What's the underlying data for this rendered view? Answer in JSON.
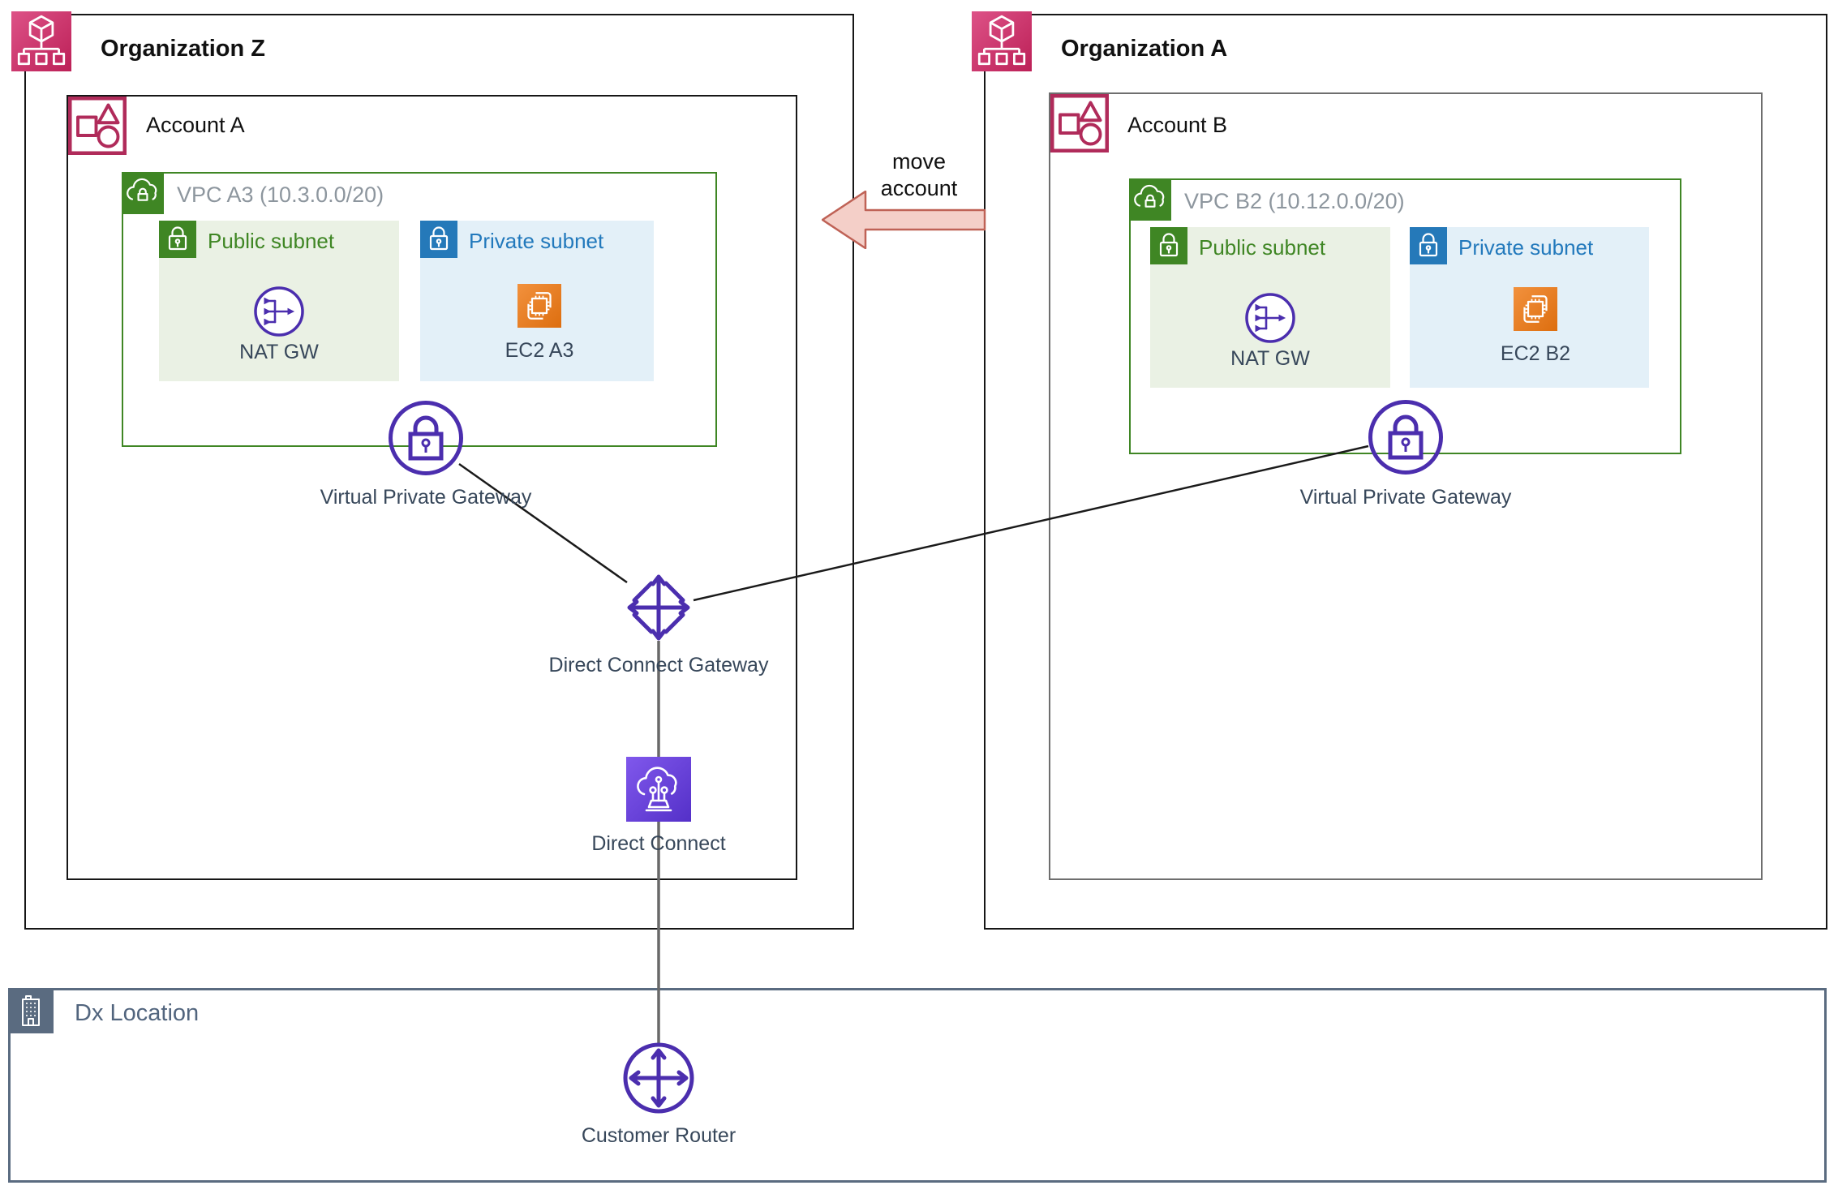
{
  "diagram": {
    "org_z": {
      "title": "Organization Z"
    },
    "account_a": {
      "title": "Account A"
    },
    "vpc_a3": {
      "label": "VPC A3 (10.3.0.0/20)"
    },
    "public_subnet_a": {
      "label": "Public subnet"
    },
    "nat_gw_a": {
      "label": "NAT GW"
    },
    "private_subnet_a": {
      "label": "Private subnet"
    },
    "ec2_a3": {
      "label": "EC2 A3"
    },
    "vpg_a": {
      "label": "Virtual Private Gateway"
    },
    "dx_gateway": {
      "label": "Direct Connect Gateway"
    },
    "direct_connect": {
      "label": "Direct Connect"
    },
    "org_a": {
      "title": "Organization A"
    },
    "account_b": {
      "title": "Account B"
    },
    "vpc_b2": {
      "label": "VPC B2 (10.12.0.0/20)"
    },
    "public_subnet_b": {
      "label": "Public subnet"
    },
    "nat_gw_b": {
      "label": "NAT GW"
    },
    "private_subnet_b": {
      "label": "Private subnet"
    },
    "ec2_b2": {
      "label": "EC2 B2"
    },
    "vpg_b": {
      "label": "Virtual Private Gateway"
    },
    "move_arrow": {
      "label": "move\naccount"
    },
    "dx_location": {
      "title": "Dx Location"
    },
    "customer_router": {
      "label": "Customer Router"
    }
  },
  "colors": {
    "org_pink_light": "#DD5287",
    "org_pink_dark": "#BC2057",
    "account_crimson": "#B02B5A",
    "vpc_green": "#3F8624",
    "public_subnet_fill": "#EAF1E4",
    "private_subnet_fill": "#E3F0F8",
    "subnet_blue": "#2579B9",
    "network_purple": "#4B2EAE",
    "dx_purple_light": "#8058EC",
    "dx_purple_dark": "#5430C8",
    "ec2_orange_light": "#F2913D",
    "ec2_orange_dark": "#DD6E0F",
    "slate": "#5A6B80",
    "label_dark": "#37475A",
    "arrow_fill": "#F4CFC8",
    "arrow_stroke": "#BF6256",
    "line_black": "#1a1a1a",
    "line_gray": "#696969"
  }
}
